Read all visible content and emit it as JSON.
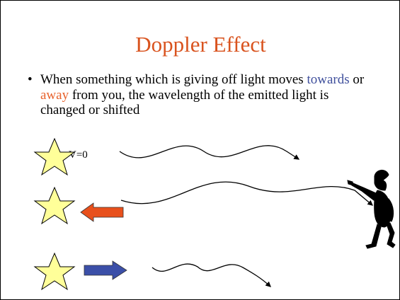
{
  "slide": {
    "title": "Doppler Effect",
    "bullet": {
      "marker": "•",
      "text_before": "When something which is giving off light moves ",
      "towards": "towards",
      "middle": " or ",
      "away": "away",
      "text_after": " from you, the wavelength of the emitted light is changed or shifted"
    },
    "velocity_label": "V=0"
  },
  "colors": {
    "title": "#d9531e",
    "towards_word": "#3f4f9c",
    "away_word": "#e8622c",
    "star_fill": "#ffff99",
    "arrow_away": "#e8501c",
    "arrow_towards": "#3b4fa8",
    "figure": "#000000"
  },
  "icons": [
    "star-icon",
    "left-arrow-icon",
    "right-arrow-icon",
    "pointing-person-icon"
  ]
}
